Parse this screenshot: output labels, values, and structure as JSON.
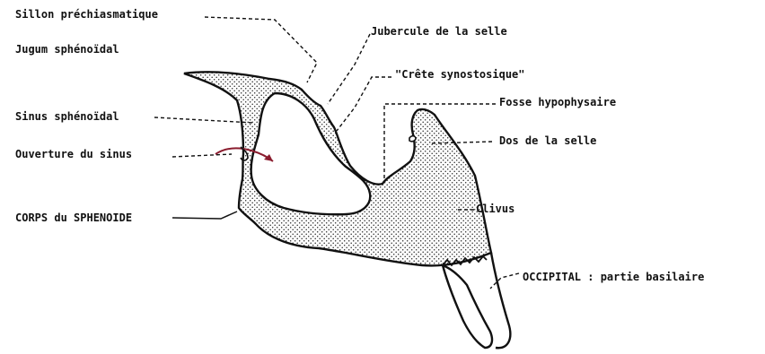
{
  "colors": {
    "ink": "#111111",
    "dots": "#2a2a2a",
    "arrow": "#8a1c2e",
    "background": "#ffffff"
  },
  "labels": {
    "sillon": "Sillon préchiasmatique",
    "jugum": "Jugum sphénoïdal",
    "tubercule": "Jubercule de la selle",
    "crete": "\"Crête  synostosique\"",
    "fosse": "Fosse hypophysaire",
    "sinus": "Sinus sphénoïdal",
    "dos": "Dos de la selle",
    "ouverture": "Ouverture du sinus",
    "clivus": "Clivus",
    "corps": "CORPS du SPHENOIDE",
    "occipital": "OCCIPITAL : partie basilaire"
  }
}
